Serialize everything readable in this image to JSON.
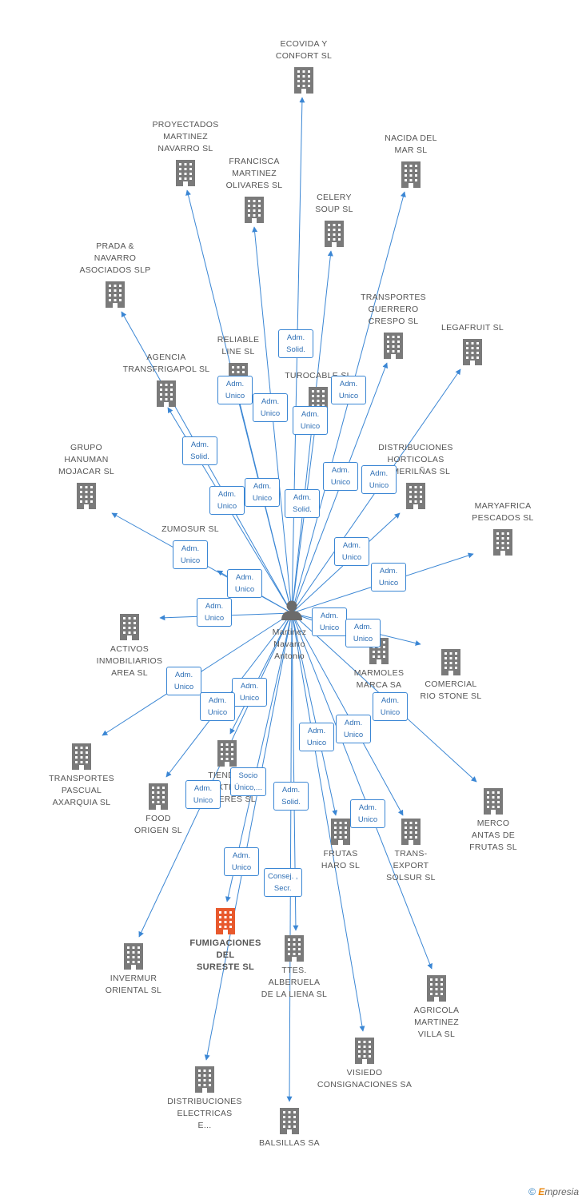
{
  "center": {
    "label_lines": [
      "Martinez",
      "Navarro",
      "Antonio"
    ]
  },
  "colors": {
    "edge": "#3a86d4",
    "company": "#7a7a7a",
    "highlight": "#e8592d",
    "person": "#6b6b6b"
  },
  "companies": [
    {
      "id": "ecovida",
      "lines": [
        "ECOVIDA Y",
        "CONFORT SL"
      ]
    },
    {
      "id": "proyectados",
      "lines": [
        "PROYECTADOS",
        "MARTINEZ",
        "NAVARRO SL"
      ]
    },
    {
      "id": "nacida",
      "lines": [
        "NACIDA DEL",
        "MAR SL"
      ]
    },
    {
      "id": "francisca",
      "lines": [
        "FRANCISCA",
        "MARTINEZ",
        "OLIVARES SL"
      ]
    },
    {
      "id": "celery",
      "lines": [
        "CELERY",
        "SOUP SL"
      ]
    },
    {
      "id": "prada",
      "lines": [
        "PRADA &",
        "NAVARRO",
        "ASOCIADOS SLP"
      ]
    },
    {
      "id": "transportes_guerrero",
      "lines": [
        "TRANSPORTES",
        "GUERRERO",
        "CRESPO SL"
      ]
    },
    {
      "id": "legafruit",
      "lines": [
        "LEGAFRUIT SL"
      ]
    },
    {
      "id": "reliable",
      "lines": [
        "RELIABLE",
        "LINE SL"
      ]
    },
    {
      "id": "agencia",
      "lines": [
        "AGENCIA",
        "TRANSFRIGAPOL SL"
      ]
    },
    {
      "id": "turocable",
      "lines": [
        "TUROCABLE SL"
      ]
    },
    {
      "id": "distribuciones_hort",
      "lines": [
        "DISTRIBUCIONES",
        "HORTICOLAS",
        "ALMERILÑAS SL"
      ]
    },
    {
      "id": "grupo_hanuman",
      "lines": [
        "GRUPO",
        "HANUMAN",
        "MOJACAR SL"
      ]
    },
    {
      "id": "maryafrica",
      "lines": [
        "MARYAFRICA",
        "PESCADOS SL"
      ]
    },
    {
      "id": "zumosur",
      "lines": [
        "ZUMOSUR SL"
      ]
    },
    {
      "id": "activos",
      "lines": [
        "ACTIVOS",
        "INMOBILIARIOS",
        "AREA SL"
      ]
    },
    {
      "id": "marmoles",
      "lines": [
        "MARMOLES",
        "MARCA SA"
      ]
    },
    {
      "id": "comercial_rio",
      "lines": [
        "COMERCIAL",
        "RIO STONE SL"
      ]
    },
    {
      "id": "transportes_pascual",
      "lines": [
        "TRANSPORTES",
        "PASCUAL",
        "AXARQUIA SL"
      ]
    },
    {
      "id": "tiendas",
      "lines": [
        "TIENDAS",
        "TEXTILES",
        "ROMERES SL"
      ]
    },
    {
      "id": "food_origen",
      "lines": [
        "FOOD",
        "ORIGEN  SL"
      ]
    },
    {
      "id": "merco",
      "lines": [
        "MERCO",
        "ANTAS DE",
        "FRUTAS SL"
      ]
    },
    {
      "id": "frutas_haro",
      "lines": [
        "FRUTAS",
        "HARO SL"
      ]
    },
    {
      "id": "trans_export",
      "lines": [
        "TRANS-",
        "EXPORT",
        "SOLSUR SL"
      ]
    },
    {
      "id": "fumigaciones",
      "lines": [
        "FUMIGACIONES",
        "DEL",
        "SURESTE  SL"
      ],
      "highlight": true
    },
    {
      "id": "invermur",
      "lines": [
        "INVERMUR",
        "ORIENTAL SL"
      ]
    },
    {
      "id": "ttes_alberuela",
      "lines": [
        "TTES.",
        "ALBERUELA",
        "DE LA LIENA SL"
      ]
    },
    {
      "id": "agricola",
      "lines": [
        "AGRICOLA",
        "MARTINEZ",
        "VILLA SL"
      ]
    },
    {
      "id": "visiedo",
      "lines": [
        "VISIEDO",
        "CONSIGNACIONES SA"
      ]
    },
    {
      "id": "distribuciones_elec",
      "lines": [
        "DISTRIBUCIONES",
        "ELECTRICAS",
        "E..."
      ]
    },
    {
      "id": "balsillas",
      "lines": [
        "BALSILLAS SA"
      ]
    }
  ],
  "relations": [
    {
      "id": "r1",
      "lines": [
        "Adm.",
        "Solid."
      ]
    },
    {
      "id": "r2",
      "lines": [
        "Adm.",
        "Unico"
      ]
    },
    {
      "id": "r3",
      "lines": [
        "Adm.",
        "Unico"
      ]
    },
    {
      "id": "r4",
      "lines": [
        "Adm.",
        "Unico"
      ]
    },
    {
      "id": "r5",
      "lines": [
        "Adm.",
        "Unico"
      ]
    },
    {
      "id": "r6",
      "lines": [
        "Adm.",
        "Solid."
      ]
    },
    {
      "id": "r7",
      "lines": [
        "Adm.",
        "Unico"
      ]
    },
    {
      "id": "r8",
      "lines": [
        "Adm.",
        "Unico"
      ]
    },
    {
      "id": "r9",
      "lines": [
        "Adm.",
        "Solid."
      ]
    },
    {
      "id": "r10",
      "lines": [
        "Adm.",
        "Unico"
      ]
    },
    {
      "id": "r11",
      "lines": [
        "Adm.",
        "Unico"
      ]
    },
    {
      "id": "r12",
      "lines": [
        "Adm.",
        "Unico"
      ]
    },
    {
      "id": "r13",
      "lines": [
        "Adm.",
        "Unico"
      ]
    },
    {
      "id": "r14",
      "lines": [
        "Adm.",
        "Unico"
      ]
    },
    {
      "id": "r15",
      "lines": [
        "Adm.",
        "Unico"
      ]
    },
    {
      "id": "r16",
      "lines": [
        "Adm.",
        "Unico"
      ]
    },
    {
      "id": "r17",
      "lines": [
        "Adm.",
        "Unico"
      ]
    },
    {
      "id": "r18",
      "lines": [
        "Adm.",
        "Unico"
      ]
    },
    {
      "id": "r19",
      "lines": [
        "Adm.",
        "Unico"
      ]
    },
    {
      "id": "r20",
      "lines": [
        "Adm.",
        "Unico"
      ]
    },
    {
      "id": "r21",
      "lines": [
        "Adm.",
        "Unico"
      ]
    },
    {
      "id": "r22",
      "lines": [
        "Adm.",
        "Unico"
      ]
    },
    {
      "id": "r23",
      "lines": [
        "Adm.",
        "Unico"
      ]
    },
    {
      "id": "r24",
      "lines": [
        "Socio",
        "Único,..."
      ]
    },
    {
      "id": "r25",
      "lines": [
        "Adm.",
        "Unico"
      ]
    },
    {
      "id": "r26",
      "lines": [
        "Adm.",
        "Unico"
      ]
    },
    {
      "id": "r27",
      "lines": [
        "Adm.",
        "Solid."
      ]
    },
    {
      "id": "r28",
      "lines": [
        "Adm.",
        "Unico"
      ]
    },
    {
      "id": "r29",
      "lines": [
        "Adm.",
        "Unico"
      ]
    },
    {
      "id": "r30",
      "lines": [
        "Consej. ,",
        "Secr."
      ]
    }
  ],
  "footer": {
    "copyright": "©",
    "brand_initial": "E",
    "brand_rest": "mpresia"
  }
}
